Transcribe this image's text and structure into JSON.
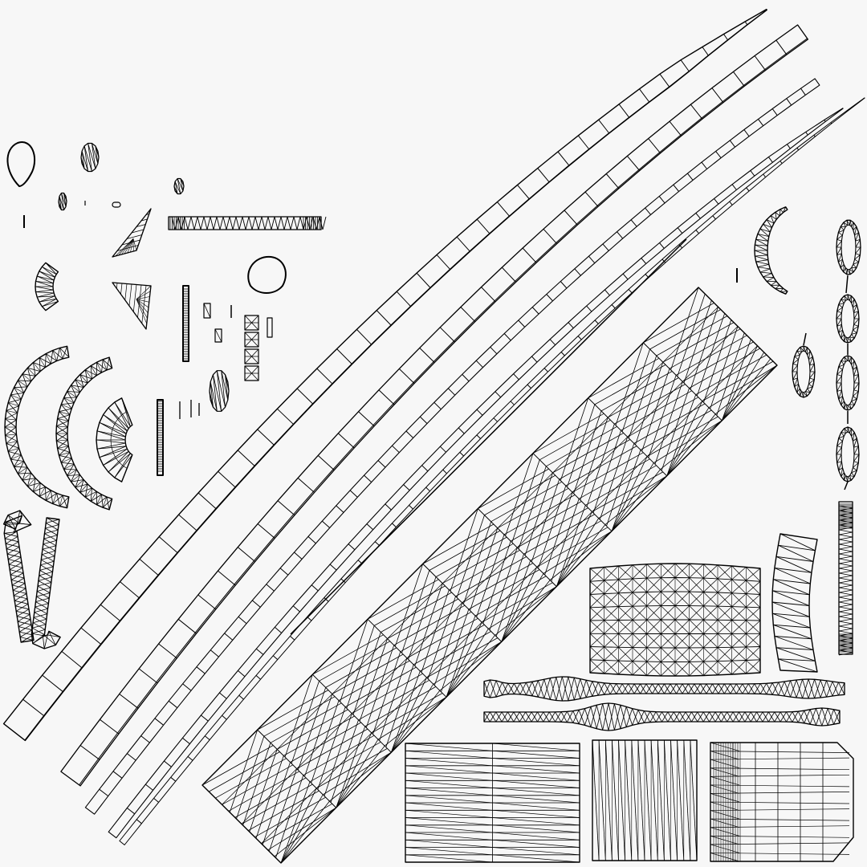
{
  "colors": {
    "background": "#f7f7f7",
    "stroke": "#000000"
  },
  "shells": [
    "blade-outer-strip",
    "blade-second-strip",
    "blade-thin-strip-1",
    "blade-thin-strip-2",
    "blade-thin-strip-3",
    "long-diagonal-line",
    "main-grip-panel",
    "upper-right-crescent",
    "right-chain-links",
    "right-vertical-strip",
    "cylinder-panel",
    "small-curved-panel",
    "upper-cord",
    "lower-cord",
    "bottom-panel-left",
    "bottom-panel-middle",
    "bottom-panel-right",
    "upper-left-parts",
    "left-arcs",
    "left-hooks"
  ]
}
